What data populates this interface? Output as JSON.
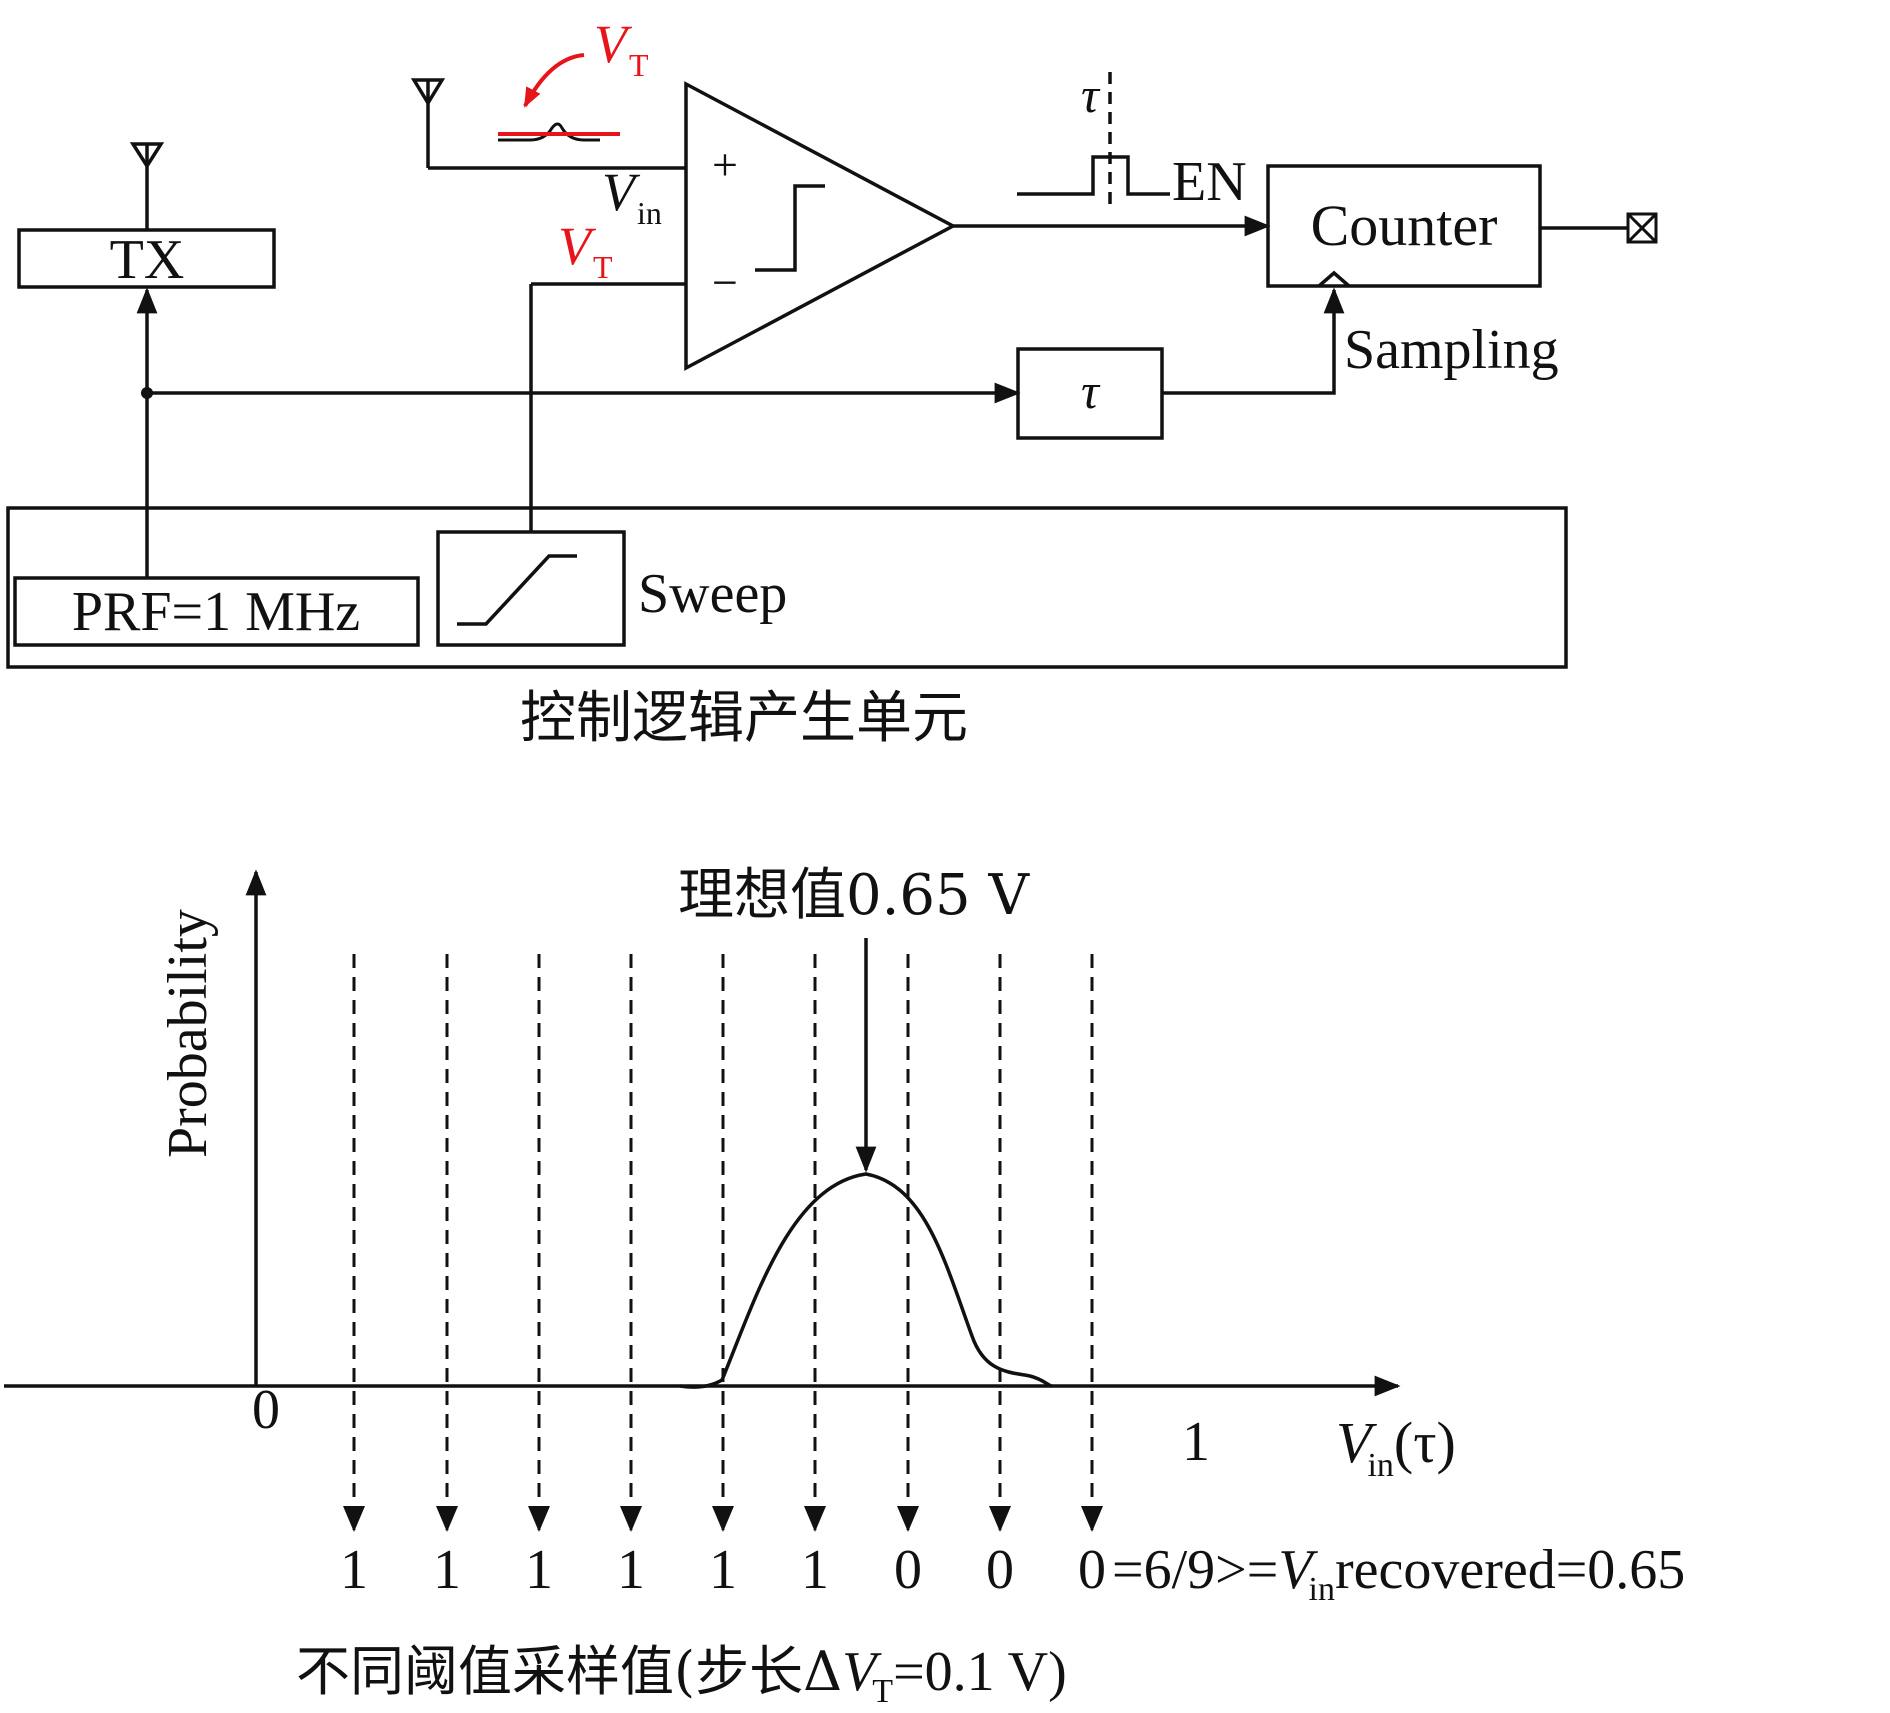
{
  "circuit": {
    "tx_label": "TX",
    "counter_label": "Counter",
    "en_label": "EN",
    "tau_block_label": "τ",
    "tau_pulse_label": "τ",
    "sampling_label": "Sampling",
    "vin_label": "V",
    "vin_sub": "in",
    "vt_label": "V",
    "vt_sub": "T",
    "vt_top_label": "V",
    "vt_top_sub": "T",
    "plus_sign": "+",
    "minus_sign": "−",
    "prf_label": "PRF=1 MHz",
    "sweep_label": "Sweep",
    "control_unit_label": "控制逻辑产生单元",
    "highlight_color": "#e8141c"
  },
  "plot": {
    "y_axis_label": "Probability",
    "origin_label": "0",
    "x_one_label": "1",
    "x_axis_label_v": "V",
    "x_axis_label_sub": "in",
    "x_axis_label_tail": "(τ)",
    "ideal_annotation": "理想值0.65 V",
    "sample_values": [
      "1",
      "1",
      "1",
      "1",
      "1",
      "1",
      "0",
      "0",
      "0"
    ],
    "result_prefix": "=6/9>=",
    "result_v": "V",
    "result_sub": "in",
    "result_tail": "recovered=0.65",
    "caption_main": "不同阈值采样值(步长Δ",
    "caption_v": "V",
    "caption_sub": "T",
    "caption_tail": "=0.1 V)"
  }
}
